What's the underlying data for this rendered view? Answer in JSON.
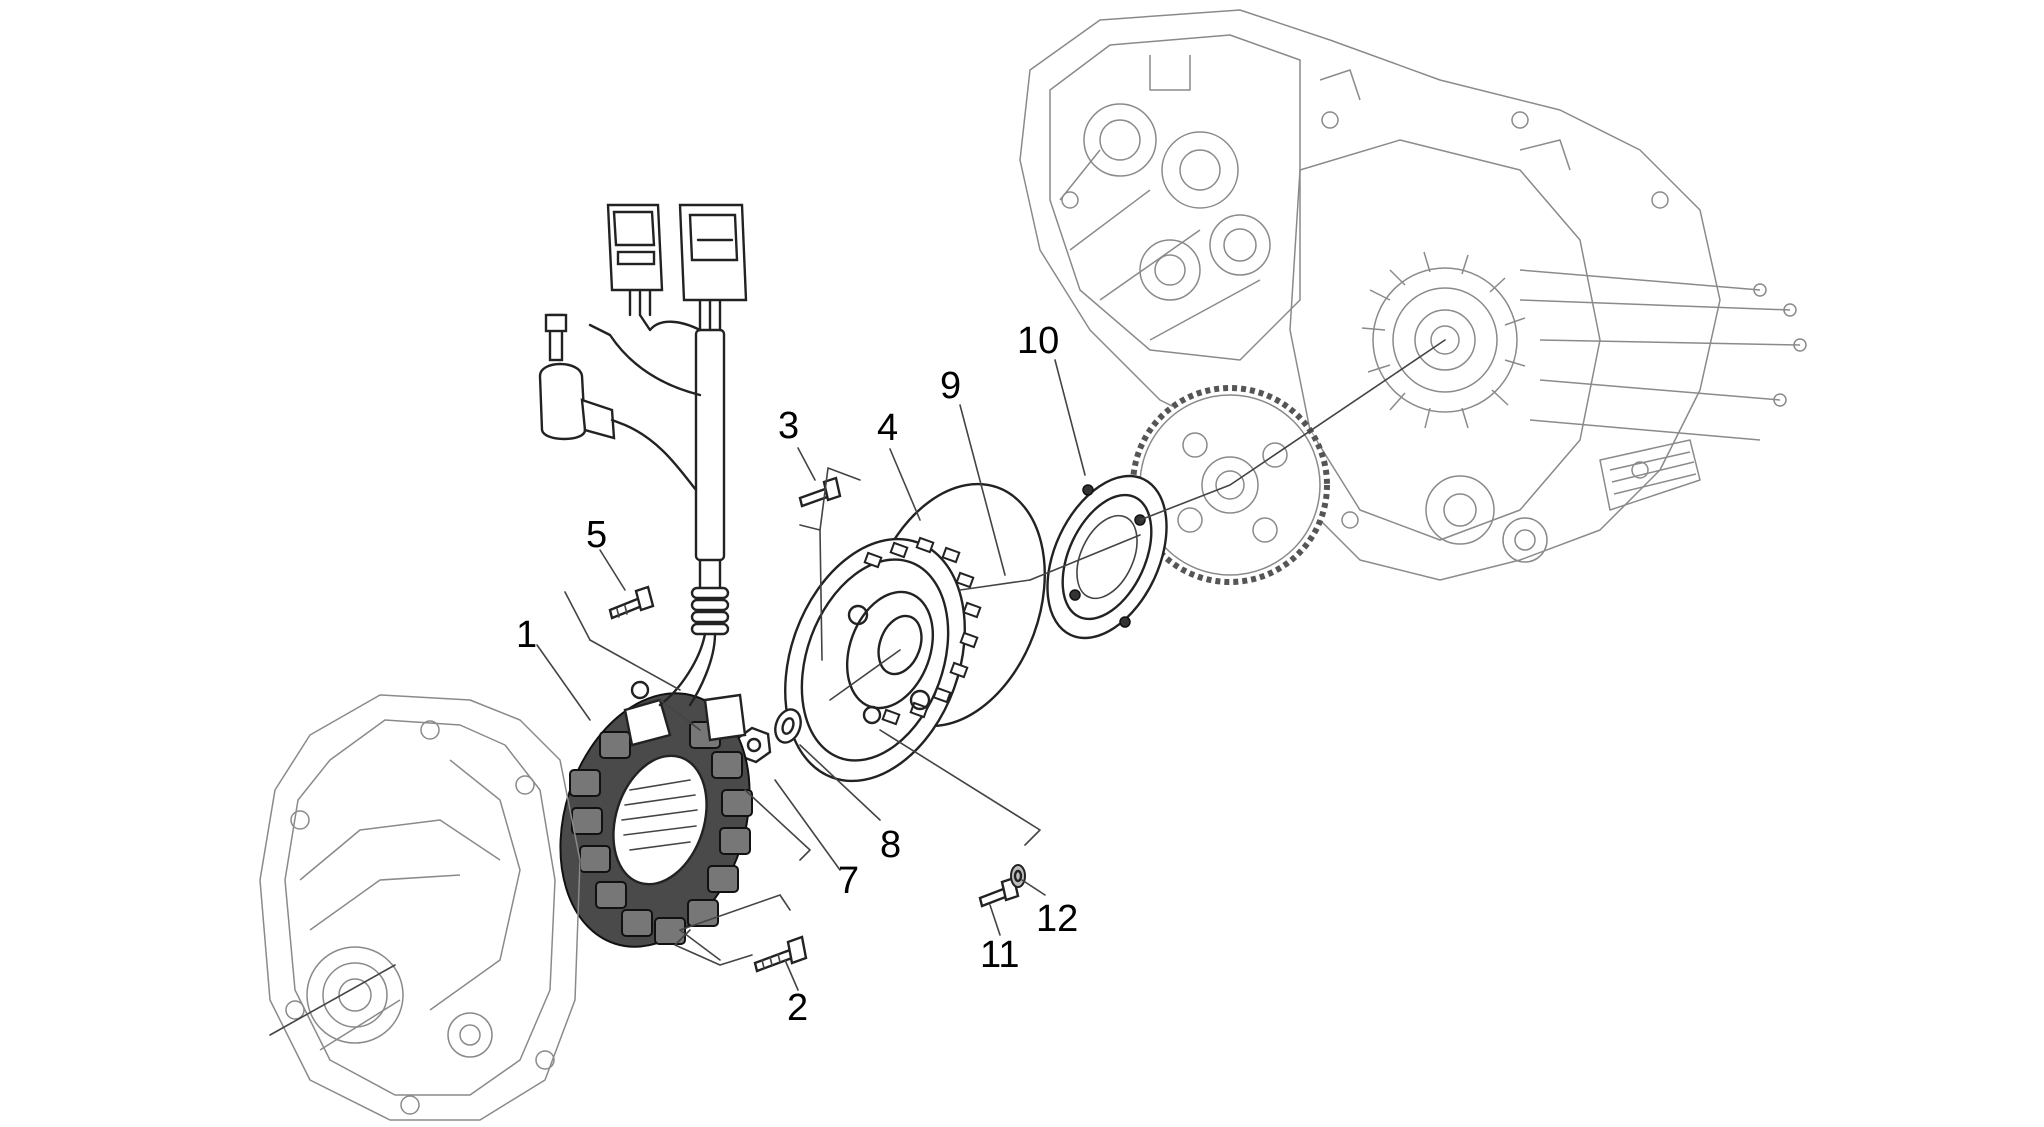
{
  "diagram": {
    "callouts": [
      {
        "id": "1",
        "text": "1"
      },
      {
        "id": "2",
        "text": "2"
      },
      {
        "id": "3",
        "text": "3"
      },
      {
        "id": "4",
        "text": "4"
      },
      {
        "id": "5",
        "text": "5"
      },
      {
        "id": "7",
        "text": "7"
      },
      {
        "id": "8",
        "text": "8"
      },
      {
        "id": "9",
        "text": "9"
      },
      {
        "id": "10",
        "text": "10"
      },
      {
        "id": "11",
        "text": "11"
      },
      {
        "id": "12",
        "text": "12"
      }
    ],
    "colors": {
      "line": "#222222",
      "faint": "#8a8a8a",
      "background": "#ffffff"
    }
  }
}
